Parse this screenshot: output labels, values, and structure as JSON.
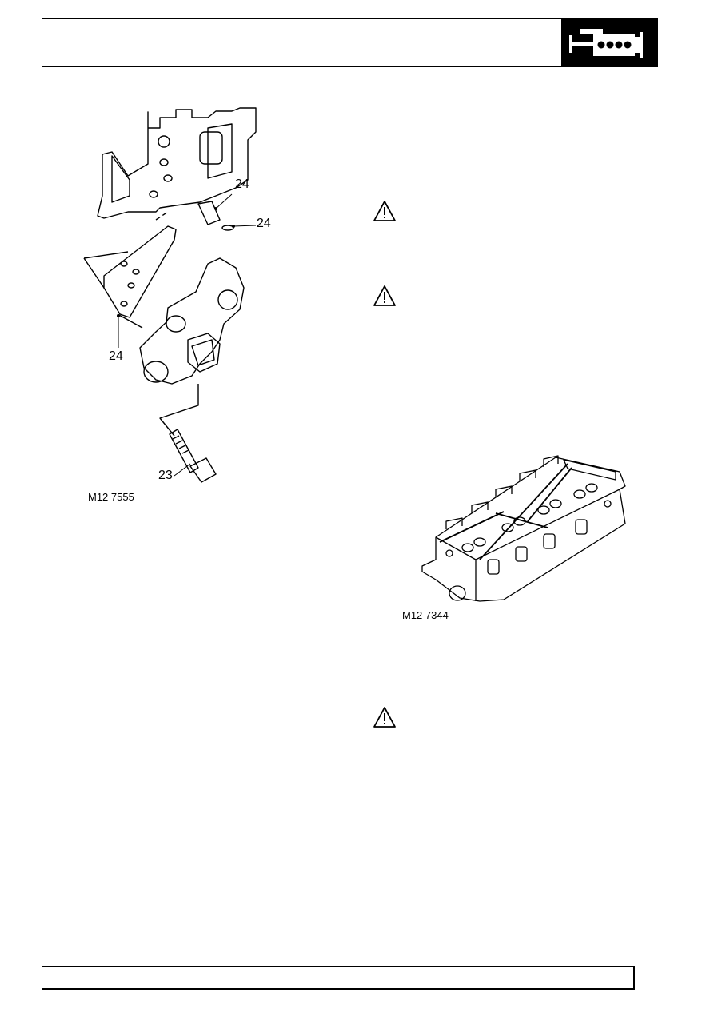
{
  "header": {
    "section_icon": "engine-icon"
  },
  "figures": {
    "left": {
      "id": "M12 7555",
      "callouts": [
        "24",
        "24",
        "24",
        "23"
      ]
    },
    "right": {
      "id": "M12 7344"
    }
  },
  "warnings": {
    "icon": "warning-triangle-icon",
    "count": 3
  }
}
